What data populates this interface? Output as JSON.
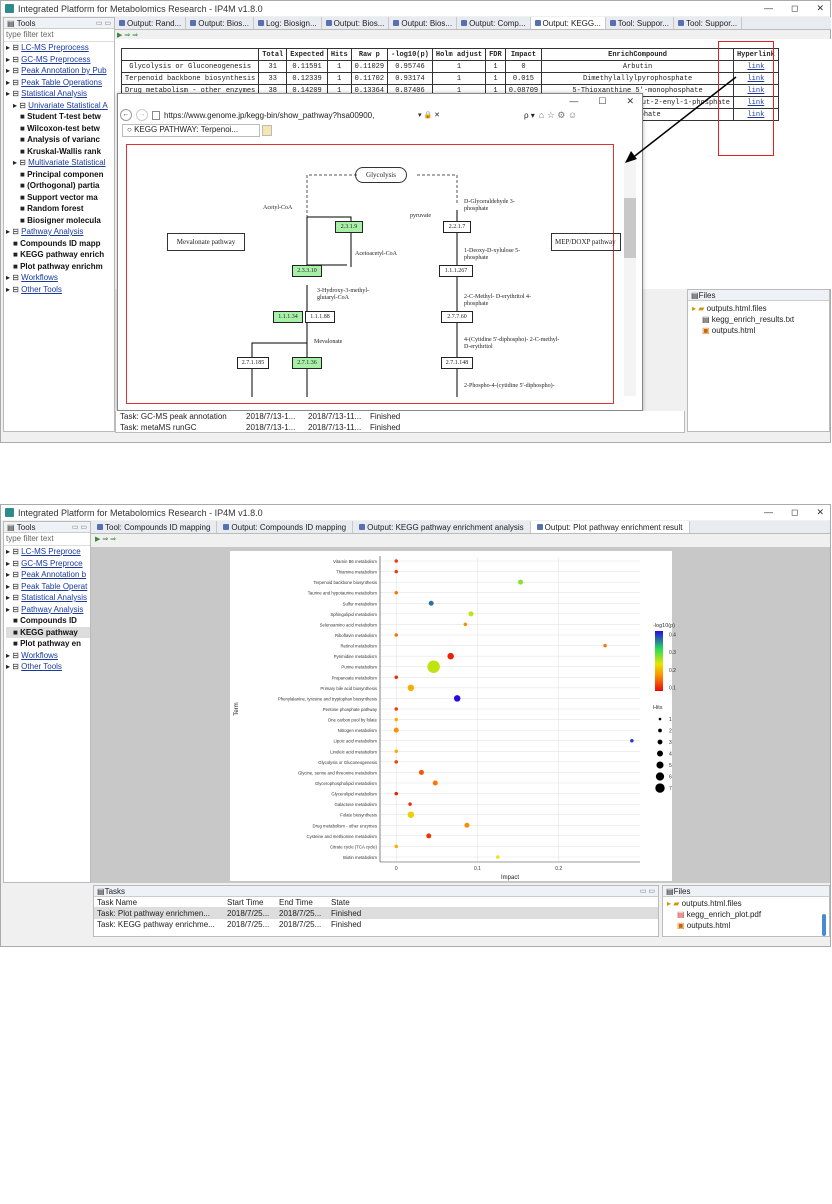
{
  "app": {
    "title": "Integrated Platform for Metabolomics Research - IP4M v1.8.0",
    "min": "—",
    "max": "◻",
    "close": "✕"
  },
  "left": {
    "title": "Tools",
    "filter": "type filter text",
    "items1": [
      "LC-MS Preprocess",
      "GC-MS Preprocess",
      "Peak Annotation by Pub",
      "Peak Table Operations",
      "Statistical Analysis",
      "Univariate Statistical A",
      "Student T-test betw",
      "Wilcoxon-test betw",
      "Analysis of varianc",
      "Kruskal-Wallis rank",
      "Multivariate Statistical",
      "Principal componen",
      "(Orthogonal) partia",
      "Support vector ma",
      "Random forest",
      "Biosigner molecula",
      "Pathway Analysis",
      "Compounds ID mapp",
      "KEGG pathway enrich",
      "Plot pathway enrichm",
      "Workflows",
      "Other Tools"
    ],
    "items2": [
      "LC-MS Preproce",
      "GC-MS Preproce",
      "Peak Annotation b",
      "Peak Table Operat",
      "Statistical Analysis",
      "Pathway Analysis",
      "Compounds ID",
      "KEGG pathway",
      "Plot pathway en",
      "Workflows",
      "Other Tools"
    ]
  },
  "tabs1": [
    "Output: Rand...",
    "Output: Bios...",
    "Log: Biosign...",
    "Output: Bios...",
    "Output: Bios...",
    "Output: Comp...",
    "Output: KEGG...",
    "Tool: Suppor...",
    "Tool: Suppor..."
  ],
  "table": {
    "headers": [
      "",
      "Total",
      "Expected",
      "Hits",
      "Raw p",
      "-log10(p)",
      "Holm adjust",
      "FDR",
      "Impact",
      "EnrichCompound",
      "Hyperlink"
    ],
    "rows": [
      [
        "Glycolysis or Gluconeogenesis",
        "31",
        "0.11591",
        "1",
        "0.11029",
        "0.95746",
        "1",
        "1",
        "0",
        "Arbutin",
        "link"
      ],
      [
        "Terpenoid backbone biosynthesis",
        "33",
        "0.12339",
        "1",
        "0.11702",
        "0.93174",
        "1",
        "1",
        "0.015",
        "Dimethylallylpyrophosphate",
        "link"
      ],
      [
        "Drug metabolism - other enzymes",
        "38",
        "0.14209",
        "1",
        "0.13364",
        "0.87406",
        "1",
        "1",
        "0.08709",
        "5-Thioxanthine 5'-monophosphate",
        "link"
      ],
      [
        "",
        "",
        "",
        "",
        "",
        "",
        "",
        "",
        "",
        "Dimethylallyl-3-methylbut-2-enyl-1-phosphate",
        "link"
      ],
      [
        "",
        "",
        "",
        "",
        "",
        "",
        "",
        "",
        "",
        "5-phosphate",
        "link"
      ]
    ]
  },
  "browser": {
    "url": "https://www.genome.jp/kegg-bin/show_pathway?hsa00900,",
    "tab": "KEGG PATHWAY: Terpenoi...",
    "search": "ρ ▾"
  },
  "kegg": {
    "glycolysis": "Glycolysis",
    "acetyl": "Acetyl-CoA",
    "acetoacetyl": "Acetoacetyl-CoA",
    "hmg": "3-Hydroxy-3-methyl- glutaryl-CoA",
    "mevalonate": "Mevalonate",
    "mevpath": "Mevalonate pathway",
    "mep": "MEP/DOXP pathway",
    "pyruvate": "pyruvate",
    "gap": "D-Glyceraldehyde 3-phosphate",
    "dxp": "1-Deoxy-D-xylulose 5-phosphate",
    "mep2": "2-C-Methyl- D-erythritol 4-phosphate",
    "cdp": "4-(Cytidine 5'-diphospho)- 2-C-methyl-D-erythritol",
    "cdpp": "2-Phospho-4-(cytidine 5'-diphospho)-",
    "enz": [
      "2.3.1.9",
      "2.3.3.10",
      "1.1.1.34",
      "1.1.1.88",
      "2.7.1.185",
      "2.7.1.36",
      "2.2.1.7",
      "1.1.1.267",
      "2.7.7.60",
      "2.7.1.148"
    ]
  },
  "tasks1": [
    [
      "Task: GC-MS peak annotation",
      "2018/7/13-1...",
      "2018/7/13-11...",
      "Finished"
    ],
    [
      "Task: metaMS runGC",
      "2018/7/13-1...",
      "2018/7/13-11...",
      "Finished"
    ]
  ],
  "files1": {
    "title": "Files",
    "items": [
      "outputs.html.files",
      "kegg_enrich_results.txt",
      "outputs.html"
    ]
  },
  "tabs2": [
    "Tool: Compounds ID mapping",
    "Output: Compounds ID mapping",
    "Output: KEGG pathway enrichment analysis",
    "Output: Plot pathway enrichment result"
  ],
  "tasks2": {
    "title": "Tasks",
    "headers": [
      "Task Name",
      "Start Time",
      "End Time",
      "State"
    ],
    "rows": [
      [
        "Task: Plot pathway enrichmen...",
        "2018/7/25...",
        "2018/7/25...",
        "Finished"
      ],
      [
        "Task: KEGG pathway enrichme...",
        "2018/7/25...",
        "2018/7/25...",
        "Finished"
      ]
    ]
  },
  "files2": {
    "title": "Files",
    "items": [
      "outputs.html.files",
      "kegg_enrich_plot.pdf",
      "outputs.html"
    ]
  },
  "chart_data": {
    "type": "scatter",
    "xlabel": "Impact",
    "ylabel": "Term",
    "xlim": [
      -0.02,
      0.3
    ],
    "xticks": [
      0.0,
      0.1,
      0.2
    ],
    "terms": [
      "Vitamin B6 metabolism",
      "Thiamine metabolism",
      "Terpenoid backbone biosynthesis",
      "Taurine and hypotaurine metabolism",
      "Sulfur metabolism",
      "Sphingolipid metabolism",
      "Selenoamino acid metabolism",
      "Riboflavin metabolism",
      "Retinol metabolism",
      "Pyrimidine metabolism",
      "Purine metabolism",
      "Propanoate metabolism",
      "Primary bile acid biosynthesis",
      "Phenylalanine, tyrosine and tryptophan biosynthesis",
      "Pentose phosphate pathway",
      "One carbon pool by folate",
      "Nitrogen metabolism",
      "Lipoic acid metabolism",
      "Linoleic acid metabolism",
      "Glycolysis or Gluconeogenesis",
      "Glycine, serine and threonine metabolism",
      "Glycerophospholipid metabolism",
      "Glycerolipid metabolism",
      "Galactose metabolism",
      "Folate biosynthesis",
      "Drug metabolism - other enzymes",
      "Cysteine and methionine metabolism",
      "Citrate cycle (TCA cycle)",
      "Biotin metabolism"
    ],
    "points": [
      {
        "term": "Vitamin B6 metabolism",
        "x": 0.0,
        "logp": 0.05,
        "hits": 1
      },
      {
        "term": "Thiamine metabolism",
        "x": 0.0,
        "logp": 0.05,
        "hits": 1
      },
      {
        "term": "Terpenoid backbone biosynthesis",
        "x": 0.153,
        "logp": 0.25,
        "hits": 2
      },
      {
        "term": "Taurine and hypotaurine metabolism",
        "x": 0.0,
        "logp": 0.1,
        "hits": 1
      },
      {
        "term": "Sulfur metabolism",
        "x": 0.043,
        "logp": 0.35,
        "hits": 2
      },
      {
        "term": "Sphingolipid metabolism",
        "x": 0.092,
        "logp": 0.22,
        "hits": 2
      },
      {
        "term": "Selenoamino acid metabolism",
        "x": 0.085,
        "logp": 0.12,
        "hits": 1
      },
      {
        "term": "Riboflavin metabolism",
        "x": 0.0,
        "logp": 0.1,
        "hits": 1
      },
      {
        "term": "Retinol metabolism",
        "x": 0.257,
        "logp": 0.1,
        "hits": 1
      },
      {
        "term": "Pyrimidine metabolism",
        "x": 0.067,
        "logp": 0.02,
        "hits": 3
      },
      {
        "term": "Purine metabolism",
        "x": 0.046,
        "logp": 0.22,
        "hits": 7
      },
      {
        "term": "Propanoate metabolism",
        "x": 0.0,
        "logp": 0.03,
        "hits": 1
      },
      {
        "term": "Primary bile acid biosynthesis",
        "x": 0.018,
        "logp": 0.15,
        "hits": 3
      },
      {
        "term": "Phenylalanine, tyrosine and tryptophan biosynthesis",
        "x": 0.075,
        "logp": 0.4,
        "hits": 3
      },
      {
        "term": "Pentose phosphate pathway",
        "x": 0.0,
        "logp": 0.05,
        "hits": 1
      },
      {
        "term": "One carbon pool by folate",
        "x": 0.0,
        "logp": 0.15,
        "hits": 1
      },
      {
        "term": "Nitrogen metabolism",
        "x": 0.0,
        "logp": 0.12,
        "hits": 2
      },
      {
        "term": "Lipoic acid metabolism",
        "x": 0.29,
        "logp": 0.38,
        "hits": 1
      },
      {
        "term": "Linoleic acid metabolism",
        "x": 0.0,
        "logp": 0.15,
        "hits": 1
      },
      {
        "term": "Glycolysis or Gluconeogenesis",
        "x": 0.0,
        "logp": 0.05,
        "hits": 1
      },
      {
        "term": "Glycine, serine and threonine metabolism",
        "x": 0.031,
        "logp": 0.07,
        "hits": 2
      },
      {
        "term": "Glycerophospholipid metabolism",
        "x": 0.048,
        "logp": 0.1,
        "hits": 2
      },
      {
        "term": "Glycerolipid metabolism",
        "x": 0.0,
        "logp": 0.02,
        "hits": 1
      },
      {
        "term": "Galactose metabolism",
        "x": 0.017,
        "logp": 0.03,
        "hits": 1
      },
      {
        "term": "Folate biosynthesis",
        "x": 0.018,
        "logp": 0.18,
        "hits": 3
      },
      {
        "term": "Drug metabolism - other enzymes",
        "x": 0.087,
        "logp": 0.12,
        "hits": 2
      },
      {
        "term": "Cysteine and methionine metabolism",
        "x": 0.04,
        "logp": 0.04,
        "hits": 2
      },
      {
        "term": "Citrate cycle (TCA cycle)",
        "x": 0.0,
        "logp": 0.15,
        "hits": 1
      },
      {
        "term": "Biotin metabolism",
        "x": 0.125,
        "logp": 0.2,
        "hits": 1
      }
    ],
    "legend_color": {
      "title": "-log10(p)",
      "ticks": [
        0.4,
        0.3,
        0.2,
        0.1
      ]
    },
    "legend_size": {
      "title": "Hits",
      "values": [
        1,
        2,
        3,
        4,
        5,
        6,
        7
      ]
    }
  }
}
